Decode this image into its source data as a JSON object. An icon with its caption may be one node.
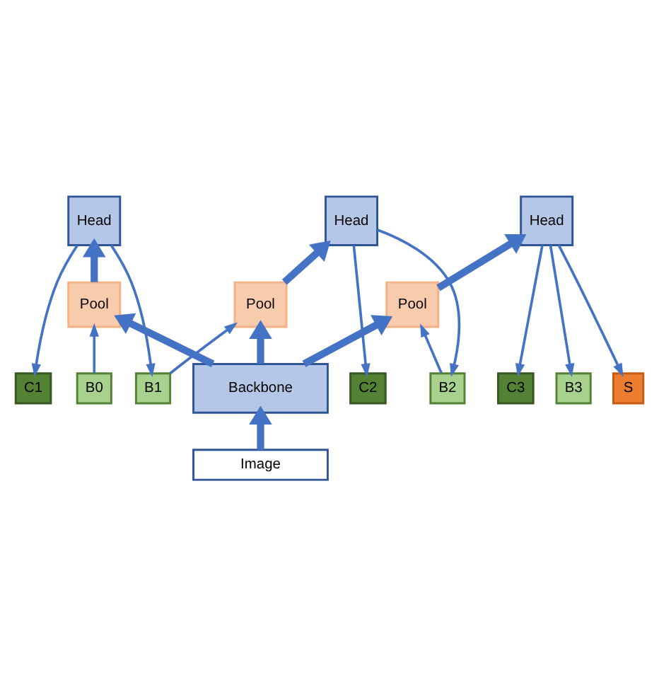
{
  "diagram": {
    "nodes": [
      {
        "text": [
          "B0"
        ]
      },
      {
        "text": [
          "C1"
        ]
      },
      {
        "text": [
          "B1"
        ]
      },
      {
        "text": [
          "C2"
        ]
      },
      {
        "text": [
          "B2"
        ]
      },
      {
        "text": [
          "C3"
        ]
      },
      {
        "text": [
          "B3"
        ]
      },
      {
        "text": [
          "S"
        ]
      },
      {
        "text": [
          "Head"
        ]
      },
      {
        "text": [
          "Head"
        ]
      },
      {
        "text": [
          "Head"
        ]
      },
      {
        "text": [
          "Pool"
        ]
      },
      {
        "text": [
          "Pool"
        ]
      },
      {
        "text": [
          "Pool"
        ]
      },
      {
        "text": [
          "Backbone"
        ]
      },
      {
        "text": [
          "Image"
        ]
      }
    ],
    "edges": [
      {
        "from": 15,
        "to": 14,
        "arrow": "to",
        "style": "thick"
      },
      {
        "from": 14,
        "to": 11,
        "arrow": "to",
        "style": "thick"
      },
      {
        "from": 14,
        "to": 12,
        "arrow": "to",
        "style": "thick"
      },
      {
        "from": 14,
        "to": 13,
        "arrow": "to",
        "style": "thick"
      },
      {
        "from": 11,
        "to": 8,
        "arrow": "to",
        "style": "thick"
      },
      {
        "from": 12,
        "to": 9,
        "arrow": "to",
        "style": "thick"
      },
      {
        "from": 13,
        "to": 10,
        "arrow": "to",
        "style": "thick"
      },
      {
        "from": 8,
        "to": 1,
        "arrow": "to"
      },
      {
        "from": 8,
        "to": 2,
        "arrow": "to"
      },
      {
        "from": 9,
        "to": 3,
        "arrow": "to"
      },
      {
        "from": 9,
        "to": 4,
        "arrow": "to"
      },
      {
        "from": 10,
        "to": 5,
        "arrow": "to"
      },
      {
        "from": 10,
        "to": 6,
        "arrow": "to"
      },
      {
        "from": 10,
        "to": 7,
        "arrow": "to"
      },
      {
        "from": 0,
        "to": 11,
        "arrow": "to"
      },
      {
        "from": 2,
        "to": 12,
        "arrow": "to"
      },
      {
        "from": 4,
        "to": 13,
        "arrow": "to"
      }
    ]
  }
}
